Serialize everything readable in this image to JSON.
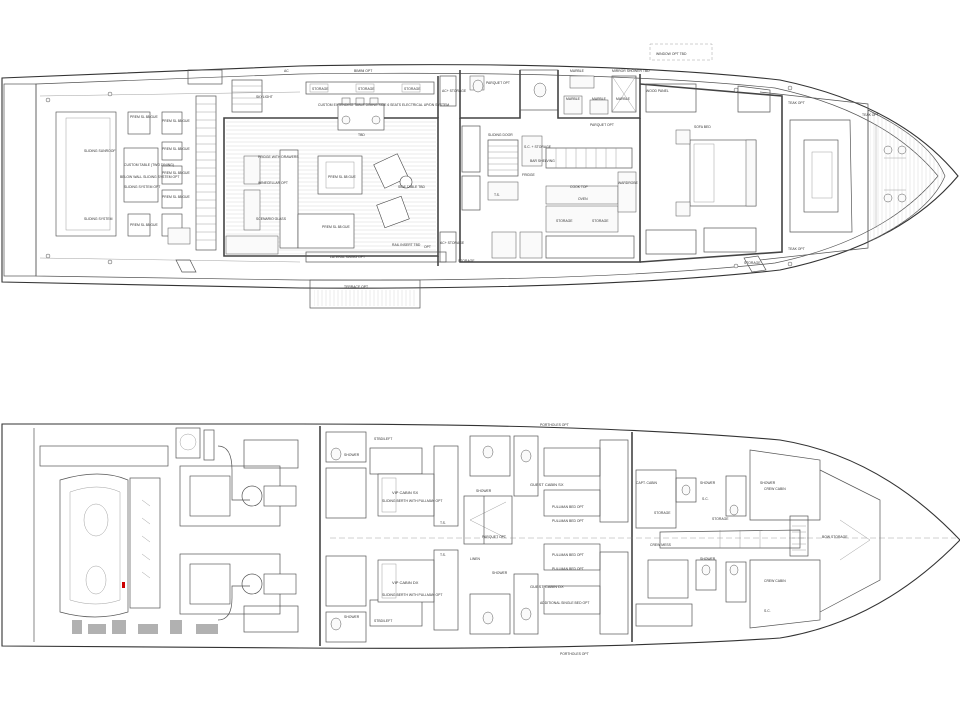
{
  "upper_deck": {
    "labels": {
      "ac_top": "AC",
      "skylight": "SKYLIGHT",
      "bimini": "BIMINI OPT",
      "storage_1": "STORAGE",
      "storage_2": "STORAGE",
      "storage_3": "STORAGE",
      "storage_4": "STORAGE",
      "custom_table": "CUSTOM EXTENDING TABLE DINING SIDE 6 SEATS ELECTRICAL UP/DN SYSTEM",
      "ac_storage_top": "AC+ STORAGE",
      "parquet_opt_1": "PARQUET OPT",
      "window_opt": "WINDOW OPT TBD",
      "marble_1": "MARBLE",
      "marble_2": "MARBLE",
      "marble_3": "MARBLE",
      "marble_4": "MARBLE",
      "mirror_shower": "MIRROR SHOWER TBD",
      "wood_panel": "WOOD PANEL",
      "parquet_opt_2": "PARQUET OPT",
      "sliding_door": "SLIDING DOOR",
      "bar_shelving": "BAR SHELVING",
      "sofa_bed": "SOFA BED",
      "wardrobe": "WARDROBE",
      "cook_top": "COOK TOP",
      "oven": "OVEN",
      "storage_5": "STORAGE",
      "storage_6": "STORAGE",
      "ts": "T.S.",
      "sc_storage": "S.C. + STORAGE",
      "fridge": "FRIDGE",
      "sliding_sunroof": "SLIDING SUNROOF",
      "custom_table_aft": "CUSTOM TABLE (TWO DINING)",
      "sliding_system_opt": "SLIDING SYSTEM OPT",
      "below_sliding": "BELOW WALL SLIDING SYSTEM OPT",
      "sliding_system_2": "SLIDING SYSTEM",
      "prem_1": "PREM SL 88 GUE",
      "prem_2": "PREM SL 88 GUE",
      "prem_3": "PREM SL 88 GUE",
      "prem_4": "PREM SL 88 GUE",
      "prem_5": "PREM SL 88 GUE",
      "prem_6": "PREM SL 88 GUE",
      "fridge_drawers": "FRIDGE WITH DRAWERS",
      "wine_cellar": "WINECELLAR OPT",
      "scenario_glass": "SCENARIO GLASS",
      "prem_living_1": "PREM SL 88 GUE",
      "prem_living_2": "PREM SL 88 GUE",
      "side_table": "SIDE TABLE TBD",
      "table_tbd": "TBD",
      "storage_below": "STORAGE",
      "sailing_wing": "LATERAL SWING OPT",
      "rail_insert": "RAIL INSERT TBD",
      "opt_small": "OPT",
      "ac_storage_bottom": "AC+ STORAGE",
      "terrace_opt": "TERRACE OPT",
      "teak_opt_1": "TEAK OPT",
      "teak_opt_2": "TEAK OPT",
      "teak_opt_3": "TEAK OPT",
      "storage_fwd": "STORAGE",
      "storage_aft": "STORAGE"
    }
  },
  "lower_deck": {
    "labels": {
      "portholes_top": "PORTHOLES OPT",
      "portholes_bottom": "PORTHOLES OPT",
      "vip_cabin_top": "VIP CABIN SX",
      "vip_cabin_bottom": "VIP CABIN DX",
      "guest_cabin_top": "GUEST CABIN SX",
      "guest_cabin_bottom": "GUEST CABIN DX",
      "shower_1": "SHOWER",
      "shower_2": "SHOWER",
      "shower_3": "SHOWER",
      "shower_4": "SHOWER",
      "shower_5": "SHOWER",
      "shower_6": "SHOWER",
      "shower_7": "SHOWER",
      "stbd_1": "STBD/LEFT",
      "stbd_2": "STBD/LEFT",
      "parquet_opt": "PARQUET OPT",
      "linen": "LINEN",
      "capt_cabin": "CAPT. CABIN",
      "storage_1": "STORAGE",
      "storage_2": "STORAGE",
      "crew_mess": "CREW MESS",
      "crew_cabin_1": "CREW CABIN",
      "crew_cabin_2": "CREW CABIN",
      "sc_1": "S.C.",
      "sc_2": "S.C.",
      "bow_storage": "BOW STORAGE",
      "sliding_berth_1": "SLIDING BERTH WITH PULLMAN OPT",
      "sliding_berth_2": "SLIDING BERTH WITH PULLMAN OPT",
      "pullman_1": "PULLMAN BED OPT",
      "pullman_2": "PULLMAN BED OPT",
      "pullman_3": "PULLMAN BED OPT",
      "pullman_4": "PULLMAN BED OPT",
      "additional": "ADDITIONAL SINGLE BED OPT",
      "ts_1": "T.S.",
      "ts_2": "T.S."
    }
  }
}
